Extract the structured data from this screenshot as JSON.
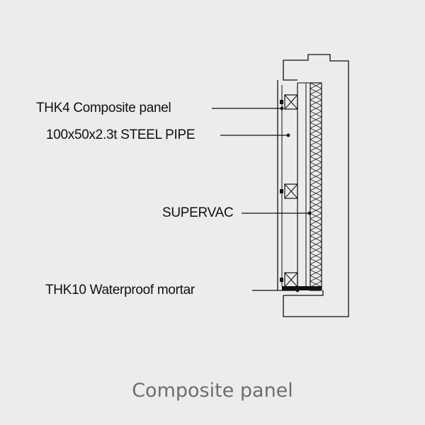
{
  "callouts": {
    "composite_panel": "THK4 Composite panel",
    "steel_pipe": "100x50x2.3t STEEL PIPE",
    "supervac": "SUPERVAC",
    "waterproof_mortar": "THK10  Waterproof mortar"
  },
  "caption": "Composite panel",
  "colors": {
    "background": "#ececec",
    "line": "#111111",
    "caption": "#6e6e6e"
  }
}
